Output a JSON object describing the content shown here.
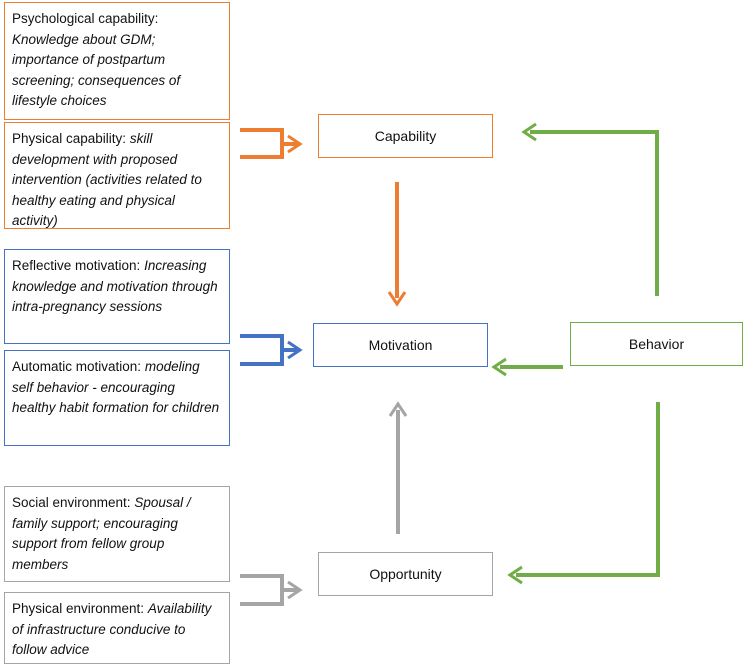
{
  "left_boxes": {
    "psych_capability": {
      "label": "Psychological capability:",
      "detail": "Knowledge about GDM; importance of postpartum screening; consequences of lifestyle choices"
    },
    "phys_capability": {
      "label": "Physical capability:",
      "detail": "skill development with proposed intervention (activities related to healthy eating and physical activity)"
    },
    "reflective_motivation": {
      "label": "Reflective motivation:",
      "detail": "Increasing knowledge and motivation through intra-pregnancy sessions"
    },
    "automatic_motivation": {
      "label": "Automatic motivation:",
      "detail": "modeling self behavior - encouraging healthy habit formation for children"
    },
    "social_environment": {
      "label": "Social environment:",
      "detail": "Spousal / family support; encouraging support from fellow group members"
    },
    "physical_environment": {
      "label": "Physical environment:",
      "detail": "Availability of infrastructure conducive to follow advice"
    }
  },
  "nodes": {
    "capability": "Capability",
    "motivation": "Motivation",
    "opportunity": "Opportunity",
    "behavior": "Behavior"
  },
  "colors": {
    "capability": "#ED7D31",
    "motivation": "#4472C4",
    "opportunity": "#A5A5A5",
    "behavior": "#70AD47"
  }
}
